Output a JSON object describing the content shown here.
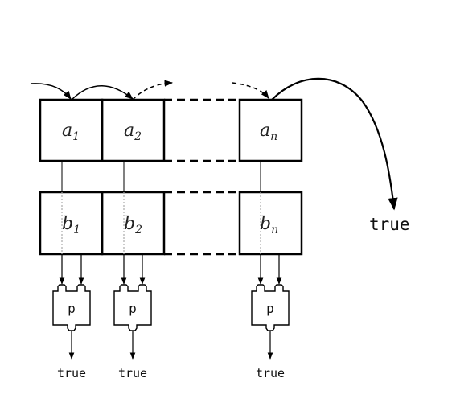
{
  "arrays": {
    "top": {
      "cells": [
        {
          "base": "a",
          "sub": "1"
        },
        {
          "base": "a",
          "sub": "2"
        },
        {
          "base": "a",
          "sub": "n"
        }
      ]
    },
    "bottom": {
      "cells": [
        {
          "base": "b",
          "sub": "1"
        },
        {
          "base": "b",
          "sub": "2"
        },
        {
          "base": "b",
          "sub": "n"
        }
      ]
    }
  },
  "predicate": {
    "label": "p"
  },
  "results": {
    "chain_end": "true",
    "outputs": [
      "true",
      "true",
      "true"
    ]
  },
  "colors": {
    "stroke": "#000000",
    "dotted_link": "#aaaaaa"
  }
}
